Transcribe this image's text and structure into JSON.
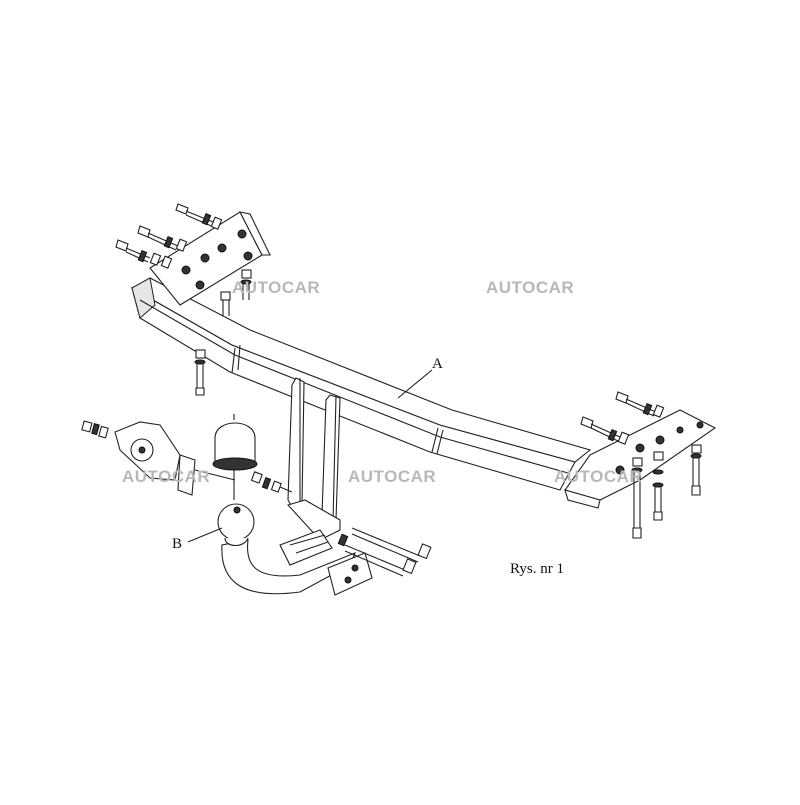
{
  "diagram": {
    "watermarks": [
      "AUTOCAR",
      "AUTOCAR",
      "AUTOCAR",
      "AUTOCAR",
      "AUTOCAR"
    ],
    "labels": {
      "part_a": "A",
      "part_b": "B",
      "figure_caption": "Rys. nr 1"
    },
    "colors": {
      "line": "#222222",
      "watermark": "#b8b8b8",
      "background": "#ffffff"
    }
  }
}
